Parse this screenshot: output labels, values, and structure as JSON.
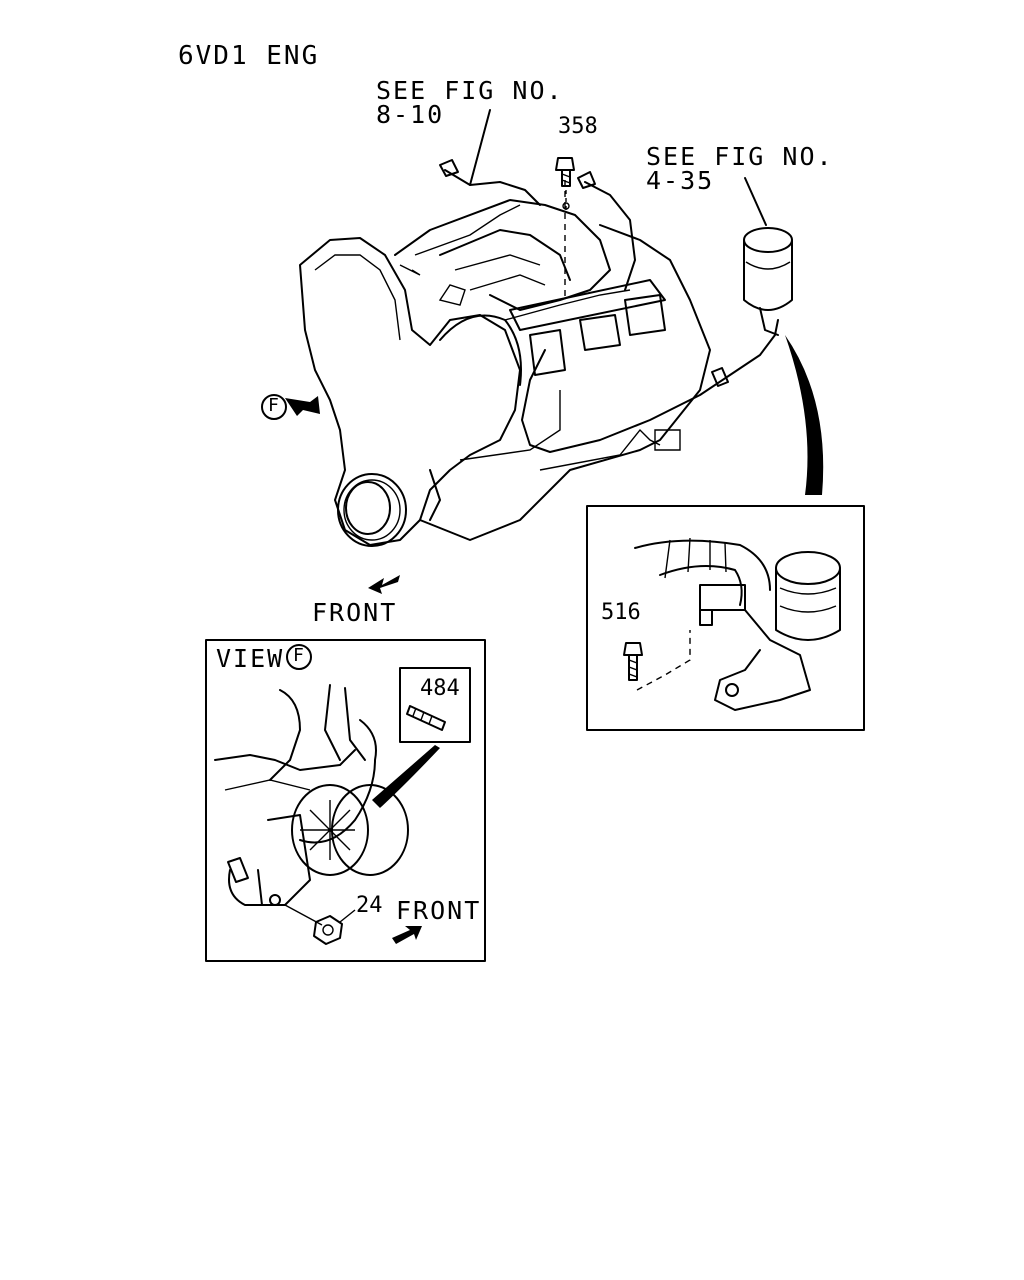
{
  "engine_label": "6VD1 ENG",
  "callouts": {
    "fig_ref_top_line1": "SEE FIG NO.",
    "fig_ref_top_line2": "8-10",
    "fig_ref_right_line1": "SEE FIG NO.",
    "fig_ref_right_line2": "4-35",
    "part_358": "358",
    "part_516": "516",
    "part_484": "484",
    "part_24": "24"
  },
  "direction": {
    "front_main": "FRONT",
    "front_view": "FRONT",
    "view_label": "VIEW",
    "view_marker": "F",
    "main_marker": "F"
  }
}
